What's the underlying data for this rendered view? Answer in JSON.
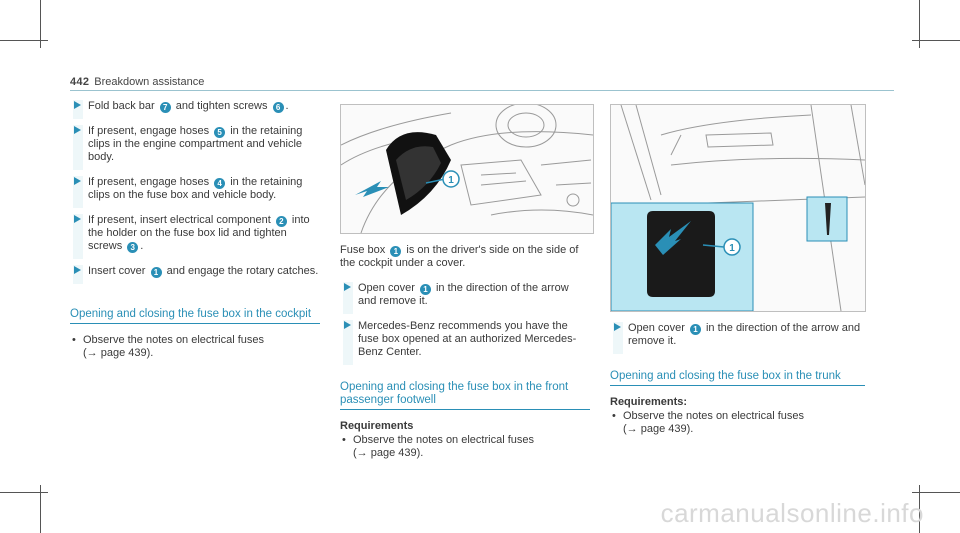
{
  "header": {
    "page_number": "442",
    "section": "Breakdown assistance"
  },
  "col1": {
    "steps": [
      {
        "a": "Fold back bar ",
        "n": "7",
        "b": " and tighten screws ",
        "n2": "6",
        "c": "."
      },
      {
        "a": "If present, engage hoses ",
        "n": "5",
        "b": " in the retaining clips in the engine compartment and vehicle body."
      },
      {
        "a": "If present, engage hoses ",
        "n": "4",
        "b": " in the retaining clips on the fuse box and vehicle body."
      },
      {
        "a": "If present, insert electrical component ",
        "n": "2",
        "b": " into the holder on the fuse box lid and tighten screws ",
        "n2": "3",
        "c": "."
      },
      {
        "a": "Insert cover ",
        "n": "1",
        "b": " and engage the rotary catches."
      }
    ],
    "section_title": "Opening and closing the fuse box in the cockpit",
    "bullet": "Observe the notes on electrical fuses",
    "bullet_ref": "(→ page 439)."
  },
  "col2": {
    "figure_callout": "1",
    "caption_a": "Fuse box ",
    "caption_n": "1",
    "caption_b": " is on the driver's side on the side of the cockpit under a cover.",
    "steps": [
      {
        "a": "Open cover ",
        "n": "1",
        "b": " in the direction of the arrow and remove it."
      },
      {
        "a": "Mercedes-Benz recommends you have the fuse box opened at an authorized Mercedes-Benz Center."
      }
    ],
    "section_title": "Opening and closing the fuse box in the front passenger footwell",
    "req_title": "Requirements",
    "bullet": "Observe the notes on electrical fuses",
    "bullet_ref": "(→ page 439)."
  },
  "col3": {
    "figure_callout": "1",
    "steps": [
      {
        "a": "Open cover ",
        "n": "1",
        "b": " in the direction of the arrow and remove it."
      }
    ],
    "section_title": "Opening and closing the fuse box in the trunk",
    "req_title": "Requirements:",
    "bullet": "Observe the notes on electrical fuses",
    "bullet_ref": "(→ page 439)."
  },
  "colors": {
    "accent": "#2a8fb6",
    "highlight": "#b9e6f2"
  },
  "footer_watermark": "carmanualsonline.info"
}
